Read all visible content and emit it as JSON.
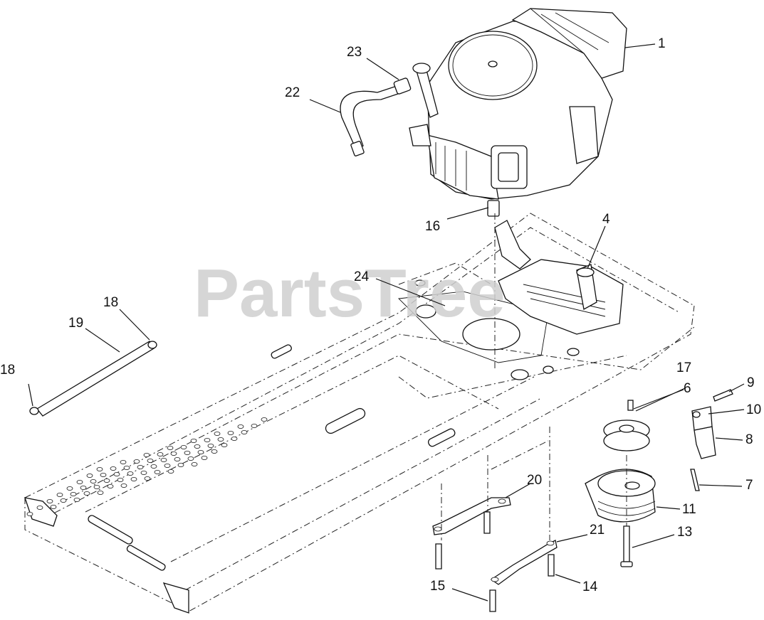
{
  "watermark": "PartsTree",
  "callouts": [
    {
      "id": "c1",
      "label": "1"
    },
    {
      "id": "c4",
      "label": "4"
    },
    {
      "id": "c6",
      "label": "6"
    },
    {
      "id": "c7",
      "label": "7"
    },
    {
      "id": "c8",
      "label": "8"
    },
    {
      "id": "c9",
      "label": "9"
    },
    {
      "id": "c10",
      "label": "10"
    },
    {
      "id": "c11",
      "label": "11"
    },
    {
      "id": "c13",
      "label": "13"
    },
    {
      "id": "c14",
      "label": "14"
    },
    {
      "id": "c15",
      "label": "15"
    },
    {
      "id": "c16",
      "label": "16"
    },
    {
      "id": "c17",
      "label": "17"
    },
    {
      "id": "c18a",
      "label": "18"
    },
    {
      "id": "c18b",
      "label": "18"
    },
    {
      "id": "c19",
      "label": "19"
    },
    {
      "id": "c20",
      "label": "20"
    },
    {
      "id": "c21",
      "label": "21"
    },
    {
      "id": "c22",
      "label": "22"
    },
    {
      "id": "c23",
      "label": "23"
    },
    {
      "id": "c24",
      "label": "24"
    }
  ]
}
